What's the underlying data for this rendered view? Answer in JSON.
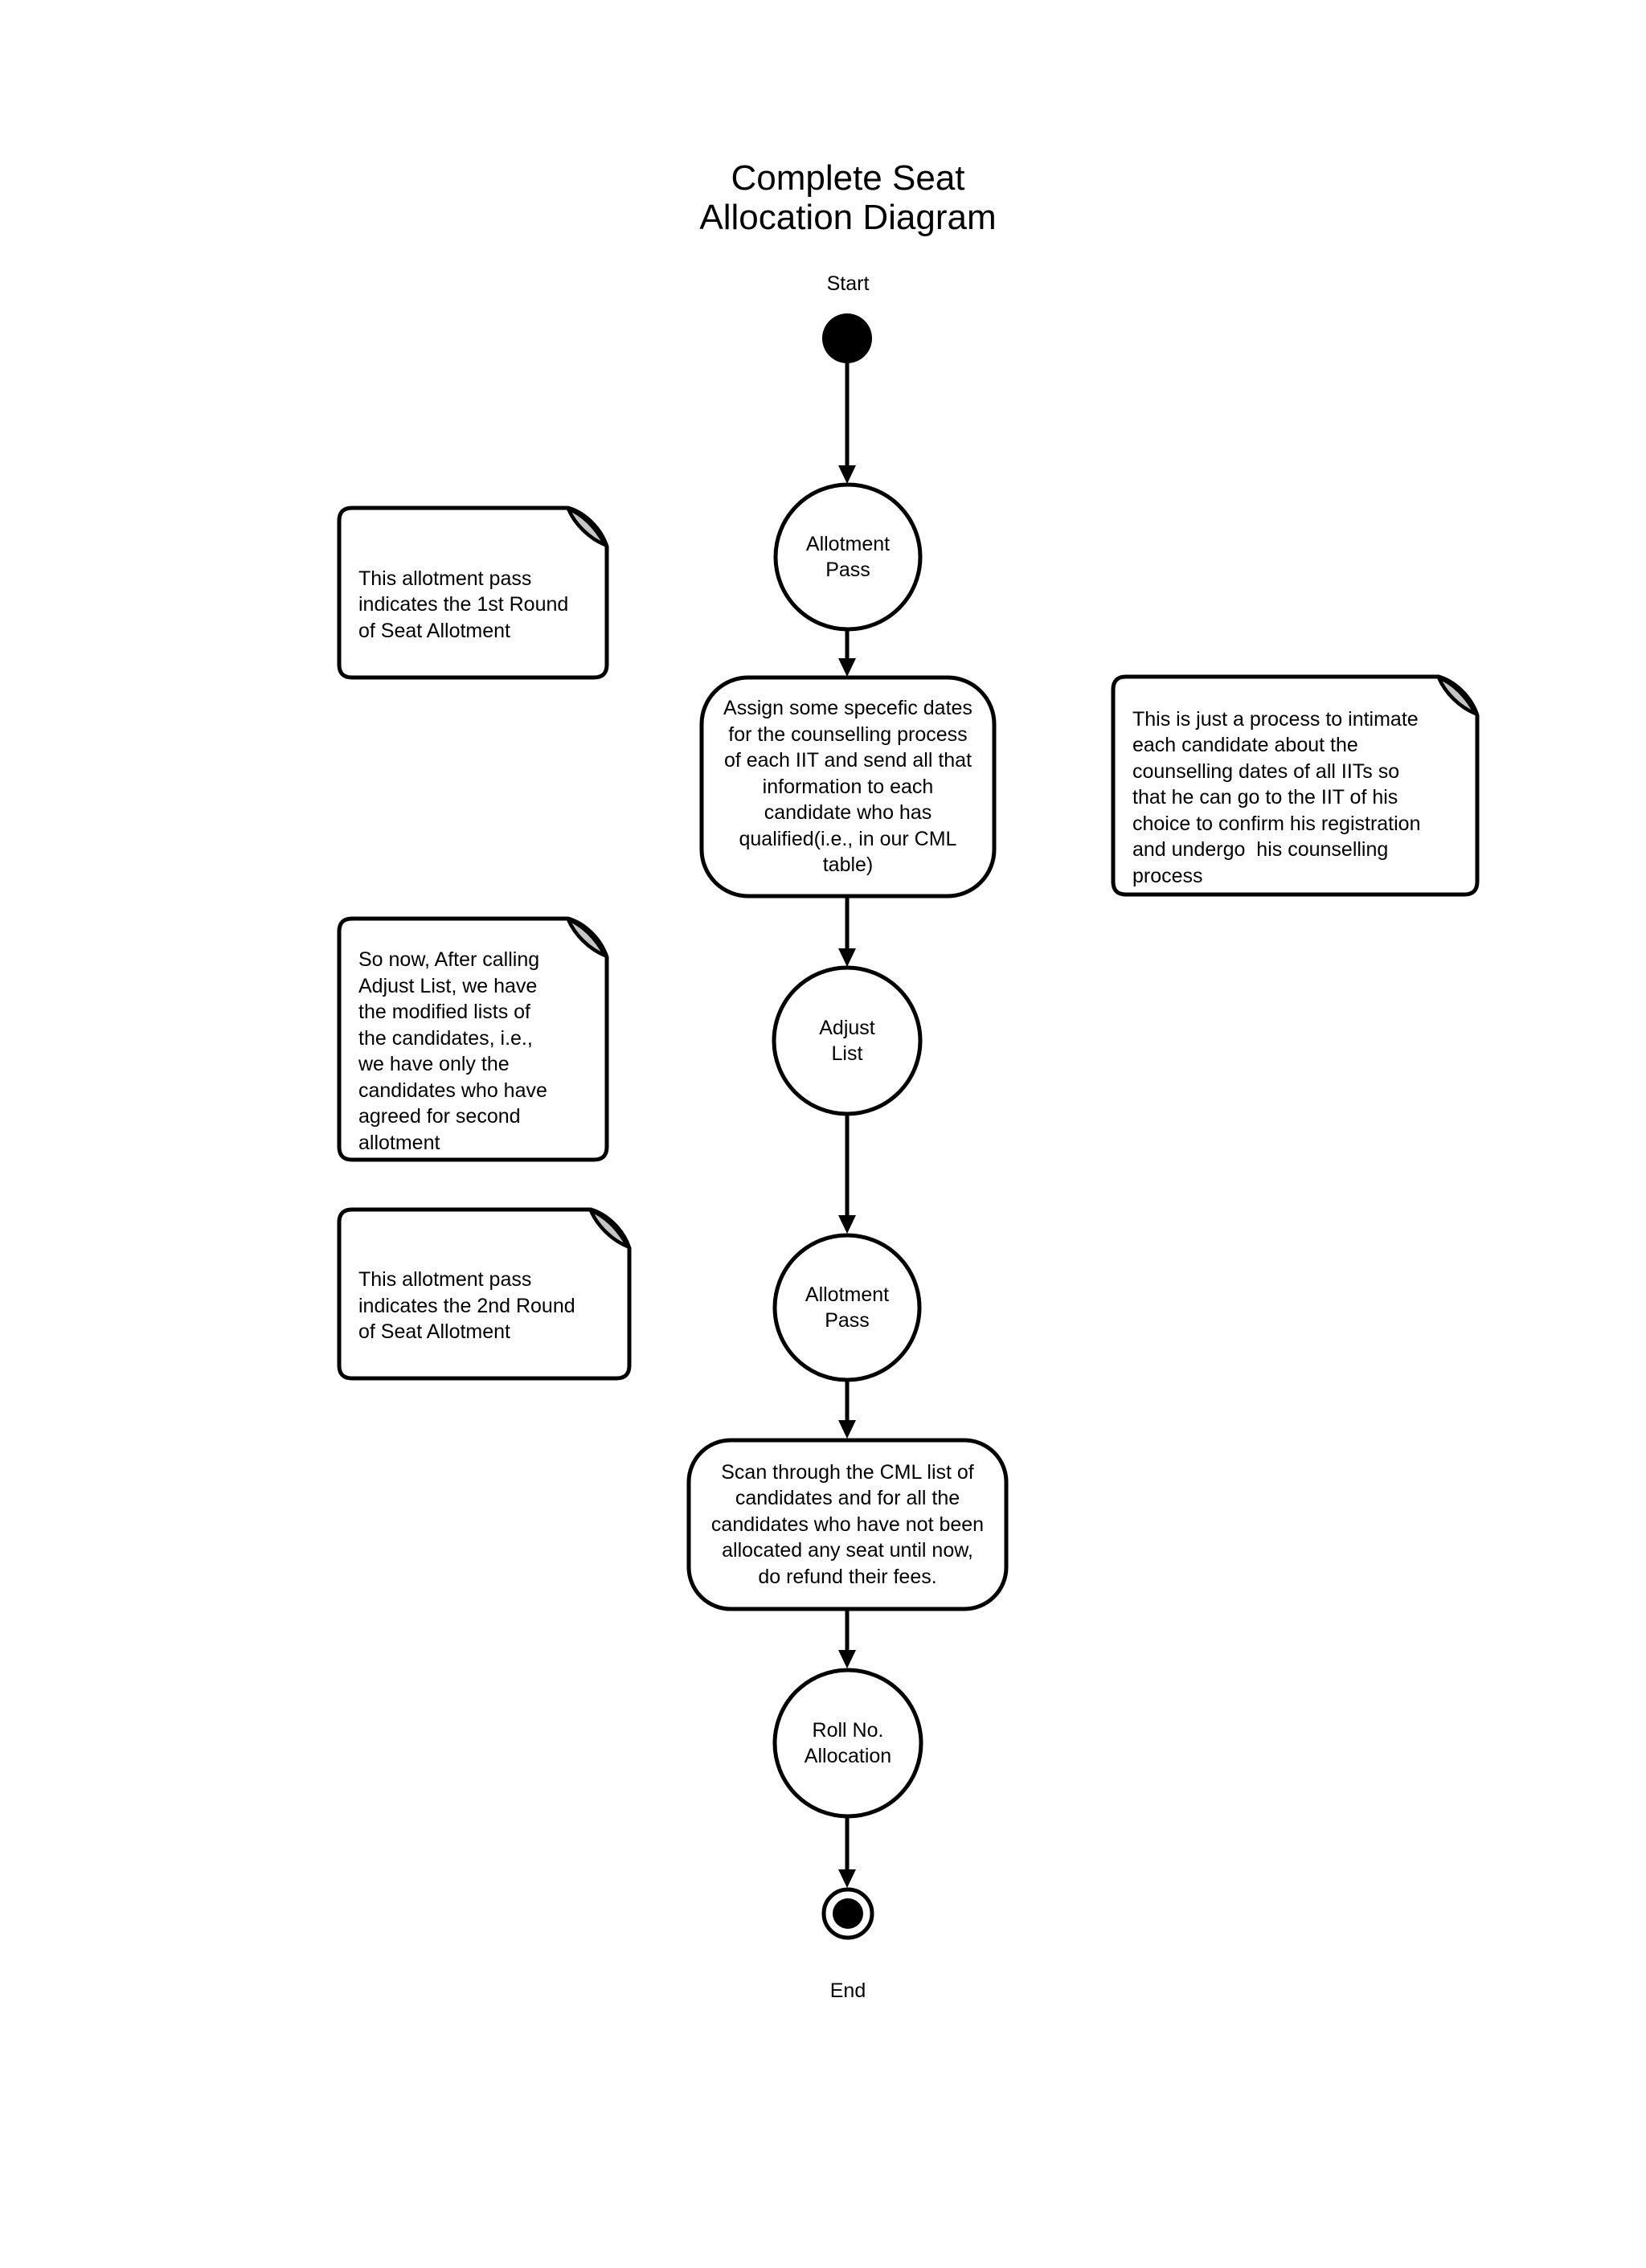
{
  "colors": {
    "ink": "#000000",
    "shape_fill": "#ffffff",
    "note_fold_fill": "#c5c5c5",
    "background": "#ffffff"
  },
  "diagram": {
    "title": "Complete Seat\nAllocation Diagram",
    "start_label": "Start",
    "end_label": "End",
    "activities": [
      {
        "id": "allotment-pass-1",
        "shape": "circle",
        "label": "Allotment\nPass"
      },
      {
        "id": "assign-counselling-dates",
        "shape": "rounded-rect",
        "label": "Assign some specefic dates\nfor the counselling process\nof each IIT and send all that\ninformation to each\ncandidate who has\nqualified(i.e., in our CML\ntable)"
      },
      {
        "id": "adjust-list",
        "shape": "circle",
        "label": "Adjust\nList"
      },
      {
        "id": "allotment-pass-2",
        "shape": "circle",
        "label": "Allotment\nPass"
      },
      {
        "id": "refund-fees-scan",
        "shape": "rounded-rect",
        "label": "Scan through the CML list of\ncandidates and for all the\ncandidates who have not been\nallocated any seat until now,\ndo refund their fees."
      },
      {
        "id": "roll-no-allocation",
        "shape": "circle",
        "label": "Roll No.\nAllocation"
      }
    ],
    "notes": [
      {
        "id": "note-1st-round",
        "text": "This allotment pass\nindicates the 1st Round\nof Seat Allotment"
      },
      {
        "id": "note-counselling-intimation",
        "text": "This is just a process to intimate\neach candidate about the\ncounselling dates of all IITs so\nthat he can go to the IIT of his\nchoice to confirm his registration\nand undergo  his counselling\nprocess"
      },
      {
        "id": "note-adjust-list",
        "text": "So now, After calling\nAdjust List, we have\nthe modified lists of\nthe candidates, i.e.,\nwe have only the\ncandidates who have\nagreed for second\nallotment"
      },
      {
        "id": "note-2nd-round",
        "text": "This allotment pass\nindicates the 2nd Round\nof Seat Allotment"
      }
    ]
  }
}
